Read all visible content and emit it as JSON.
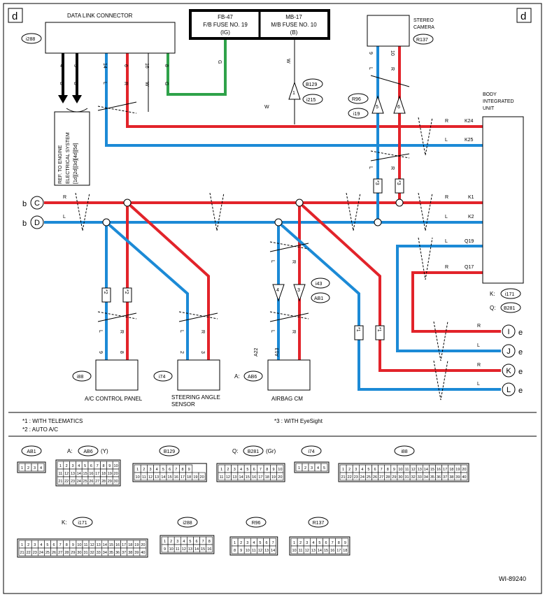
{
  "page": {
    "corner_left": "d",
    "corner_right": "d",
    "figure_id": "WI-89240"
  },
  "colors": {
    "red": "#e2232a",
    "blue": "#1c8ad6",
    "green": "#2fa24a",
    "black": "#000000"
  },
  "dlc": {
    "title": "DATA LINK CONNECTOR",
    "id": "i288",
    "pins": [
      "4",
      "5",
      "14",
      "6",
      "16",
      "8"
    ],
    "wires": [
      "B",
      "B",
      "L",
      "R",
      "W",
      "G"
    ],
    "ref": [
      "REF. TO ENGINE",
      "ELECTRICAL SYSTEM",
      "[1d][2d][3d][4d][5d]"
    ]
  },
  "fuses": {
    "fb_name": "FB-47",
    "fb_label": "F/B FUSE NO. 19",
    "fb_sub": "(IG)",
    "mb_name": "MB-17",
    "mb_label": "M/B FUSE NO. 10",
    "mb_sub": "(B)",
    "wire_g": "G",
    "wire_w1": "W",
    "wire_w2": "W",
    "pin_1": "1",
    "conn_a": "B129",
    "conn_b": "i215"
  },
  "stereo": {
    "title1": "STEREO",
    "title2": "CAMERA",
    "id": "R137",
    "pin_9": "9",
    "pin_10": "10",
    "wire_l": "L",
    "wire_r": "R",
    "conn_a": "R96",
    "conn_b": "i19",
    "pin_5": "5",
    "pin_6": "6",
    "wire_l2": "L",
    "wire_r2": "R",
    "note1": "*3",
    "note2": "*3"
  },
  "biu": {
    "title1": "BODY",
    "title2": "INTEGRATED",
    "title3": "UNIT",
    "k24": "K24",
    "k25": "K25",
    "k1": "K1",
    "k2": "K2",
    "q19": "Q19",
    "q17": "Q17",
    "w_k24": "R",
    "w_k25": "L",
    "w_k1": "R",
    "w_k2": "L",
    "w_q19": "L",
    "w_q17": "R",
    "key_k": "K:",
    "conn_k": "i171",
    "key_q": "Q:",
    "conn_q": "B281"
  },
  "bus": {
    "c_pre": "b",
    "c": "C",
    "d_pre": "b",
    "d": "D",
    "wire_r": "R",
    "wire_l": "L"
  },
  "ac": {
    "title": "A/C CONTROL PANEL",
    "id": "i88",
    "pin_9": "9",
    "pin_8": "8",
    "wire_l": "L",
    "wire_r": "R",
    "note_a": "*2",
    "note_b": "*2"
  },
  "steer": {
    "title1": "STEERING ANGLE",
    "title2": "SENSOR",
    "id": "i74",
    "pin_2": "2",
    "pin_3": "3",
    "wire_l": "L",
    "wire_r": "R"
  },
  "airbag": {
    "title": "AIRBAG CM",
    "key": "A:",
    "id": "AB6",
    "pin_a22": "A22",
    "pin_a13": "A13",
    "wire_l": "L",
    "wire_r": "R",
    "wire_l2": "L",
    "wire_r2": "R",
    "pin_4": "4",
    "pin_3": "3",
    "conn_a": "i43",
    "conn_b": "AB1"
  },
  "outputs": [
    {
      "letter": "I",
      "post": "e",
      "wire": "R"
    },
    {
      "letter": "J",
      "post": "e",
      "wire": "L"
    },
    {
      "letter": "K",
      "post": "e",
      "wire": "R"
    },
    {
      "letter": "L",
      "post": "e",
      "wire": "L"
    }
  ],
  "outputs_notes": {
    "n1": "*1",
    "n2": "*1"
  },
  "legend": {
    "n1": "*1  : WITH TELEMATICS",
    "n2": "*2  : AUTO A/C",
    "n3": "*3  : WITH EyeSight"
  },
  "connectors": {
    "ab1": {
      "id": "AB1",
      "rows": [
        [
          "1",
          "2",
          "3",
          "4"
        ]
      ]
    },
    "ab6": {
      "prefix": "A:",
      "id": "AB6",
      "suffix": "(Y)",
      "rows": [
        [
          "1",
          "2",
          "3",
          "4",
          "5",
          "6",
          "7",
          "8",
          "9",
          "10"
        ],
        [
          "11",
          "12",
          "13",
          "14",
          "15",
          "16",
          "17",
          "18",
          "19",
          "20"
        ],
        [
          "21",
          "22",
          "23",
          "24",
          "25",
          "26",
          "27",
          "28",
          "29",
          "30"
        ]
      ]
    },
    "b129": {
      "id": "B129",
      "rows": [
        [
          "1",
          "2",
          "3",
          "4",
          "5",
          "6",
          "7",
          "8",
          "9"
        ],
        [
          "10",
          "11",
          "12",
          "13",
          "14",
          "15",
          "16",
          "17",
          "18",
          "19",
          "20"
        ]
      ]
    },
    "b281": {
      "prefix": "Q:",
      "id": "B281",
      "suffix": "(Gr)",
      "rows": [
        [
          "1",
          "2",
          "3",
          "4",
          "5",
          "6",
          "7",
          "8",
          "9",
          "10"
        ],
        [
          "11",
          "12",
          "13",
          "14",
          "15",
          "16",
          "17",
          "18",
          "19",
          "20"
        ]
      ]
    },
    "i74": {
      "id": "i74",
      "rows": [
        [
          "1",
          "2",
          "3",
          "4",
          "5"
        ]
      ]
    },
    "i88": {
      "id": "i88",
      "rows": [
        [
          "1",
          "2",
          "3",
          "4",
          "5",
          "6",
          "7",
          "8",
          "9",
          "10",
          "11",
          "12",
          "13",
          "14",
          "15",
          "16",
          "17",
          "18",
          "19",
          "20"
        ],
        [
          "21",
          "22",
          "23",
          "24",
          "25",
          "26",
          "27",
          "28",
          "29",
          "30",
          "31",
          "32",
          "33",
          "34",
          "35",
          "36",
          "37",
          "38",
          "39",
          "40"
        ]
      ]
    },
    "i171": {
      "prefix": "K:",
      "id": "i171",
      "rows": [
        [
          "1",
          "2",
          "3",
          "4",
          "5",
          "6",
          "7",
          "8",
          "9",
          "10",
          "11",
          "12",
          "13",
          "14",
          "15",
          "16",
          "17",
          "18",
          "19",
          "20"
        ],
        [
          "21",
          "22",
          "23",
          "24",
          "25",
          "26",
          "27",
          "28",
          "29",
          "30",
          "31",
          "32",
          "33",
          "34",
          "35",
          "36",
          "37",
          "38",
          "39",
          "40"
        ]
      ]
    },
    "i288": {
      "id": "i288",
      "rows": [
        [
          "1",
          "2",
          "3",
          "4",
          "5",
          "6",
          "7",
          "8"
        ],
        [
          "9",
          "10",
          "11",
          "12",
          "13",
          "14",
          "15",
          "16"
        ]
      ]
    },
    "r96": {
      "id": "R96",
      "rows": [
        [
          "1",
          "2",
          "3",
          "4",
          "5",
          "6",
          "7"
        ],
        [
          "8",
          "9",
          "10",
          "11",
          "12",
          "13",
          "14"
        ]
      ]
    },
    "r137": {
      "id": "R137",
      "rows": [
        [
          "1",
          "2",
          "3",
          "4",
          "5",
          "6",
          "7",
          "8",
          "9"
        ],
        [
          "10",
          "11",
          "12",
          "13",
          "14",
          "15",
          "16",
          "17",
          "18"
        ]
      ]
    }
  }
}
